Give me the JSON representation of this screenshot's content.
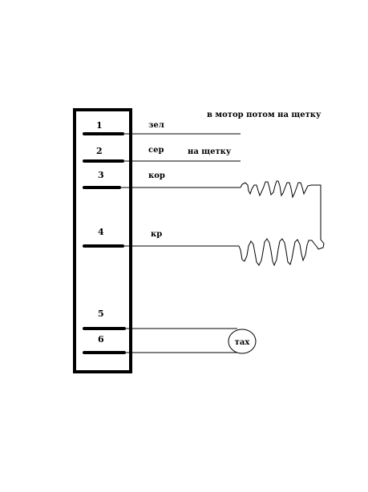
{
  "diagram": {
    "pins": [
      {
        "number": "1",
        "wire": "зел"
      },
      {
        "number": "2",
        "wire": "сер"
      },
      {
        "number": "3",
        "wire": "кор"
      },
      {
        "number": "4",
        "wire": "кр"
      },
      {
        "number": "5",
        "wire": ""
      },
      {
        "number": "6",
        "wire": ""
      }
    ],
    "notes": {
      "pin1": "в мотор потом на щетку",
      "pin2": "на щетку"
    },
    "tacho_label": "тах"
  }
}
